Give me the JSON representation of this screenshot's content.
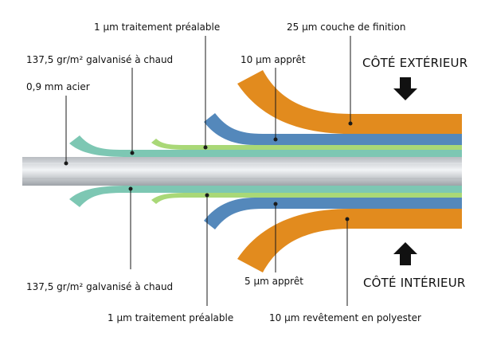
{
  "labels": {
    "pretreat_top": "1 µm traitement préalable",
    "finish_top": "25 µm couche de finition",
    "galv_top": "137,5 gr/m² galvanisé à chaud",
    "primer_top": "10 µm apprêt",
    "steel": "0,9 mm  acier",
    "galv_bottom": "137,5 gr/m² galvanisé à chaud",
    "primer_bottom": "5 µm apprêt",
    "pretreat_bottom": "1 µm traitement préalable",
    "polyester_bottom": "10 µm revêtement en polyester"
  },
  "sides": {
    "exterior": "CÔTÉ EXTÉRIEUR",
    "interior": "CÔTÉ INTÉRIEUR"
  },
  "colors": {
    "galvanized": "#7dc7b3",
    "pretreatment": "#a9d877",
    "primer": "#5488bb",
    "finish": "#e28b1e",
    "steel_light": "#eef0f2",
    "steel_dark": "#a9adb2",
    "leader": "#1a1a1a"
  },
  "icons": {
    "exterior_arrow": "arrow-down-icon",
    "interior_arrow": "arrow-up-icon"
  }
}
